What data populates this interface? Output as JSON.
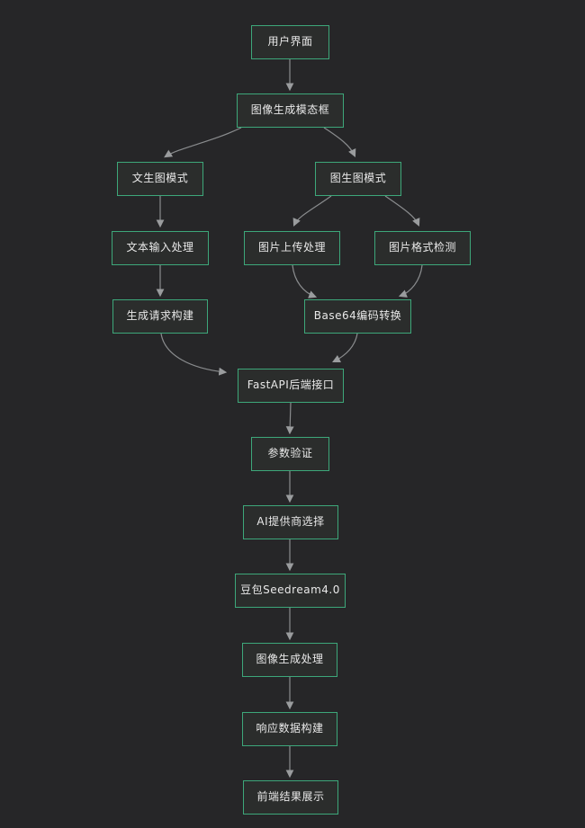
{
  "colors": {
    "background": "#262628",
    "node_fill": "#2b2d2c",
    "node_border": "#3da77a",
    "edge_stroke": "#8a8c8e",
    "arrowhead": "#9a9c9e",
    "node_text": "#e9e9e9"
  },
  "diagram": {
    "type": "flowchart",
    "direction": "top-down",
    "nodes": [
      {
        "id": "user-interface",
        "label": "用户界面"
      },
      {
        "id": "image-generation-modal",
        "label": "图像生成模态框"
      },
      {
        "id": "text-to-image-mode",
        "label": "文生图模式"
      },
      {
        "id": "image-to-image-mode",
        "label": "图生图模式"
      },
      {
        "id": "text-input-processing",
        "label": "文本输入处理"
      },
      {
        "id": "image-upload-processing",
        "label": "图片上传处理"
      },
      {
        "id": "image-format-detection",
        "label": "图片格式检测"
      },
      {
        "id": "generation-request-build",
        "label": "生成请求构建"
      },
      {
        "id": "base64-encoding-conversion",
        "label": "Base64编码转换"
      },
      {
        "id": "fastapi-backend-api",
        "label": "FastAPI后端接口"
      },
      {
        "id": "parameter-validation",
        "label": "参数验证"
      },
      {
        "id": "ai-provider-selection",
        "label": "AI提供商选择"
      },
      {
        "id": "doubao-seedream",
        "label": "豆包Seedream4.0"
      },
      {
        "id": "image-generation-processing",
        "label": "图像生成处理"
      },
      {
        "id": "response-data-build",
        "label": "响应数据构建"
      },
      {
        "id": "frontend-result-display",
        "label": "前端结果展示"
      }
    ],
    "edges": [
      {
        "from": "用户界面",
        "to": "图像生成模态框"
      },
      {
        "from": "图像生成模态框",
        "to": "文生图模式"
      },
      {
        "from": "图像生成模态框",
        "to": "图生图模式"
      },
      {
        "from": "文生图模式",
        "to": "文本输入处理"
      },
      {
        "from": "图生图模式",
        "to": "图片上传处理"
      },
      {
        "from": "图生图模式",
        "to": "图片格式检测"
      },
      {
        "from": "文本输入处理",
        "to": "生成请求构建"
      },
      {
        "from": "图片上传处理",
        "to": "Base64编码转换"
      },
      {
        "from": "图片格式检测",
        "to": "Base64编码转换"
      },
      {
        "from": "生成请求构建",
        "to": "FastAPI后端接口"
      },
      {
        "from": "Base64编码转换",
        "to": "FastAPI后端接口"
      },
      {
        "from": "FastAPI后端接口",
        "to": "参数验证"
      },
      {
        "from": "参数验证",
        "to": "AI提供商选择"
      },
      {
        "from": "AI提供商选择",
        "to": "豆包Seedream4.0"
      },
      {
        "from": "豆包Seedream4.0",
        "to": "图像生成处理"
      },
      {
        "from": "图像生成处理",
        "to": "响应数据构建"
      },
      {
        "from": "响应数据构建",
        "to": "前端结果展示"
      }
    ]
  }
}
